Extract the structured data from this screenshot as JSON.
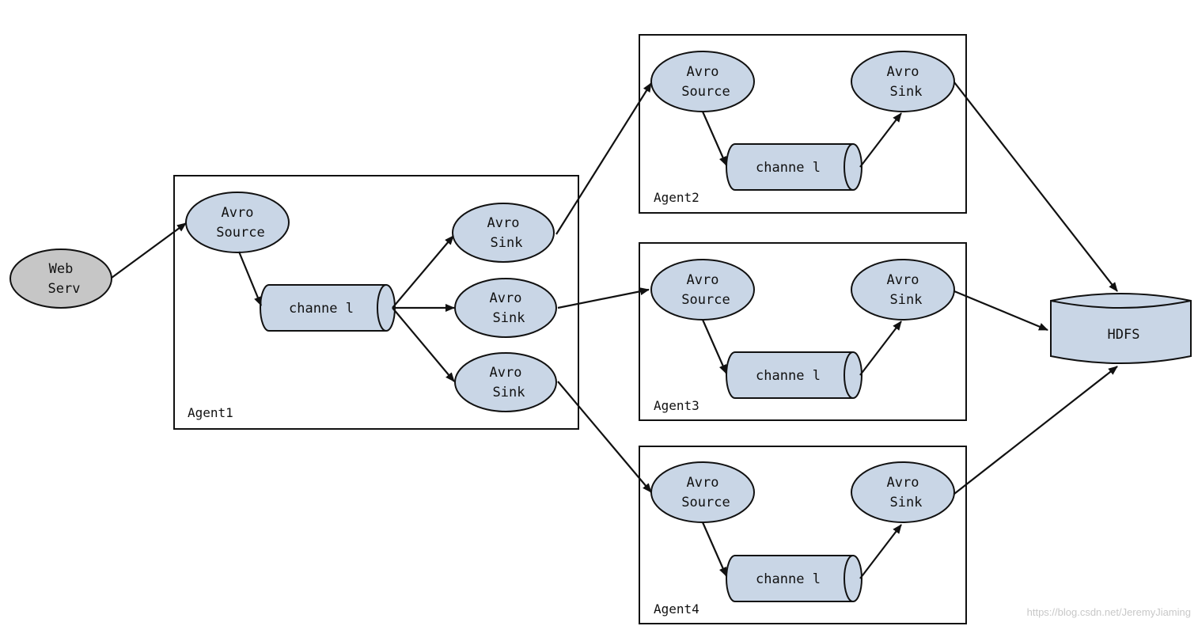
{
  "colors": {
    "node_fill": "#c9d6e6",
    "web_fill": "#c6c6c6",
    "stroke": "#111111"
  },
  "web_server": {
    "line1": "Web",
    "line2": "Serv"
  },
  "agents": [
    {
      "label": "Agent1",
      "source": [
        "Avro",
        "Source"
      ],
      "channel": "channe l",
      "sinks": [
        [
          "Avro",
          "Sink"
        ],
        [
          "Avro",
          "Sink"
        ],
        [
          "Avro",
          "Sink"
        ]
      ]
    },
    {
      "label": "Agent2",
      "source": [
        "Avro",
        "Source"
      ],
      "channel": "channe l",
      "sink": [
        "Avro",
        "Sink"
      ]
    },
    {
      "label": "Agent3",
      "source": [
        "Avro",
        "Source"
      ],
      "channel": "channe l",
      "sink": [
        "Avro",
        "Sink"
      ]
    },
    {
      "label": "Agent4",
      "source": [
        "Avro",
        "Source"
      ],
      "channel": "channe l",
      "sink": [
        "Avro",
        "Sink"
      ]
    }
  ],
  "hdfs": {
    "label": "HDFS"
  },
  "watermark": "https://blog.csdn.net/JeremyJiaming"
}
